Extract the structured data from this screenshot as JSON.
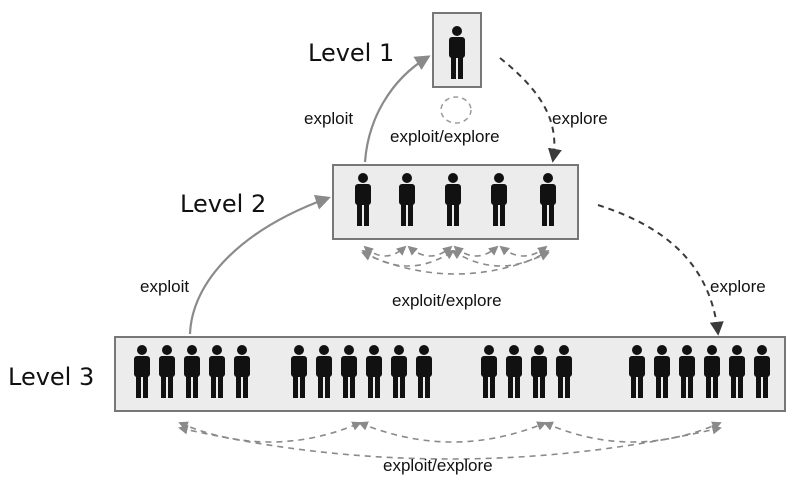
{
  "levels": {
    "level1": "Level 1",
    "level2": "Level 2",
    "level3": "Level 3"
  },
  "edges": {
    "exploit_2_to_1": "exploit",
    "exploit_3_to_2": "exploit",
    "explore_1_to_2": "explore",
    "explore_2_to_3": "explore",
    "self_level1": "exploit/explore",
    "within_level2": "exploit/explore",
    "within_level3": "exploit/explore"
  },
  "people": {
    "level1_count": 1,
    "level2_count": 5,
    "level3_groups": [
      5,
      6,
      4,
      6
    ]
  },
  "colors": {
    "figure": "#111111",
    "box_fill": "#ececec",
    "box_stroke": "#777777",
    "solid_arrow": "#8a8a8a",
    "dashed_dark": "#3a3a3a",
    "dashed_light": "#8a8a8a"
  }
}
